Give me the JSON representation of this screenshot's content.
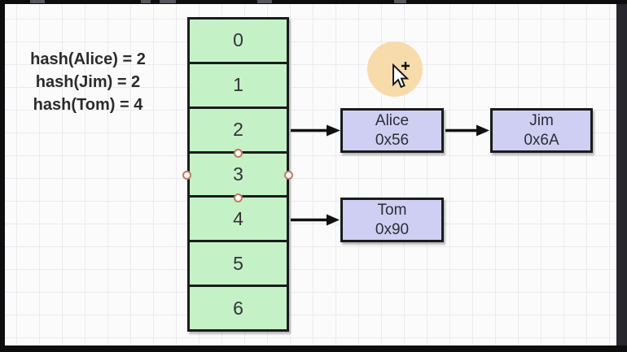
{
  "canvas": {
    "annotation": {
      "lines": [
        "hash(Alice) = 2",
        "hash(Jim) = 2",
        "hash(Tom) = 4"
      ]
    },
    "array": {
      "cells": [
        {
          "label": "0"
        },
        {
          "label": "1"
        },
        {
          "label": "2"
        },
        {
          "label": "3"
        },
        {
          "label": "4"
        },
        {
          "label": "5"
        },
        {
          "label": "6"
        }
      ],
      "selected_cell_label": "3"
    },
    "nodes": [
      {
        "name": "Alice",
        "address": "0x56"
      },
      {
        "name": "Jim",
        "address": "0x6A"
      },
      {
        "name": "Tom",
        "address": "0x90"
      }
    ],
    "edges": [
      {
        "from": "bucket-2",
        "to": "node-alice"
      },
      {
        "from": "node-alice",
        "to": "node-jim"
      },
      {
        "from": "bucket-4",
        "to": "node-tom"
      }
    ]
  },
  "cursor": {
    "type": "arrow-copy-pointer",
    "badge": "+"
  },
  "colors": {
    "bucket_fill": "#c5f1c6",
    "node_fill": "#cfcff3",
    "shape_border": "#1b1b1b",
    "handle_outline": "#c1795e",
    "cursor_halo": "#f8dbaa",
    "canvas_bg": "#fbfbfc",
    "grid_line": "#ebebf0",
    "letterbox": "#0d0d0d",
    "right_strip": "#26262c"
  }
}
